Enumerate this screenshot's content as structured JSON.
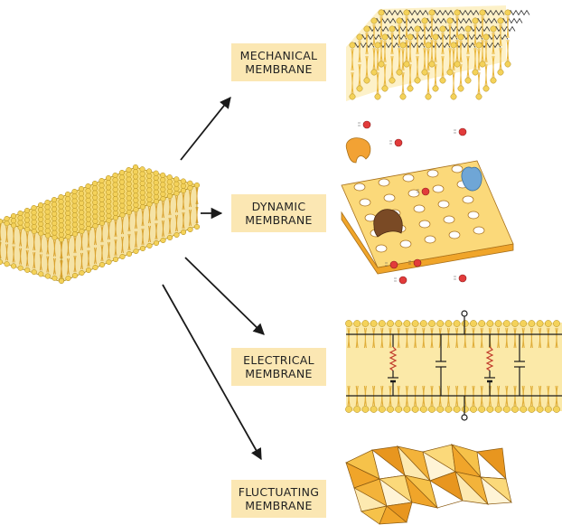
{
  "labels": {
    "mechanical": [
      "MECHANICAL",
      "MEMBRANE"
    ],
    "dynamic": [
      "DYNAMIC",
      "MEMBRANE"
    ],
    "electrical": [
      "ELECTRICAL",
      "MEMBRANE"
    ],
    "fluctuating": [
      "FLUCTUATING",
      "MEMBRANE"
    ]
  },
  "colors": {
    "lipid_head": "#f4d25a",
    "lipid_head_stroke": "#b08a1a",
    "lipid_tail": "#e8b53a",
    "label_bg": "#fbe7b3",
    "arrow": "#1a1a1a",
    "sheet_top": "#fbd97a",
    "sheet_side": "#f0a52a",
    "red_molecule": "#e23b3b",
    "orange_protein": "#f2a234",
    "blue_protein": "#6fa6d6",
    "brown_protein": "#7a4a25"
  },
  "icons": {
    "source": "lipid-bilayer-block-icon",
    "mechanical": "spring-linked-bilayer-icon",
    "dynamic": "perforated-sheet-icon",
    "electrical": "circuit-bilayer-icon",
    "fluctuating": "triangulated-surface-icon"
  }
}
